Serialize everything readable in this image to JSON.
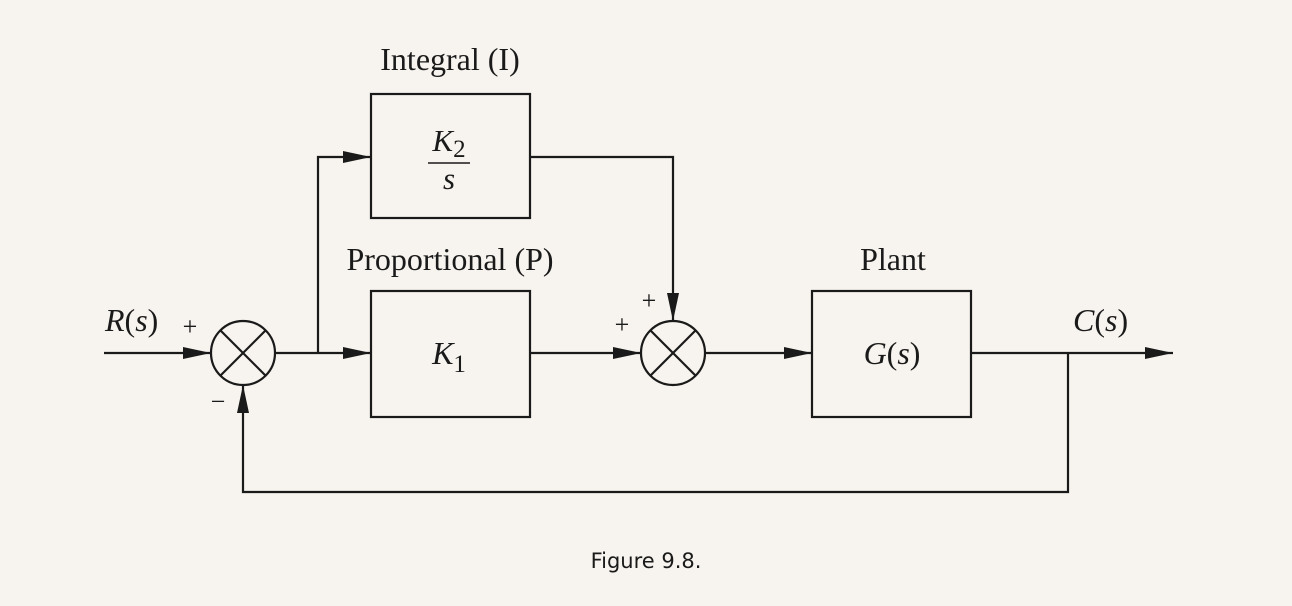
{
  "blocks": {
    "integral": {
      "label": "Integral (I)",
      "numerator_symbol": "K",
      "numerator_subscript": "2",
      "denominator": "s"
    },
    "proportional": {
      "label": "Proportional (P)",
      "symbol": "K",
      "subscript": "1"
    },
    "plant": {
      "label": "Plant",
      "tf_name": "G",
      "tf_arg": "s"
    }
  },
  "signals": {
    "input": {
      "name": "R",
      "arg": "s"
    },
    "output": {
      "name": "C",
      "arg": "s"
    }
  },
  "signs": {
    "sum1_input": "+",
    "sum1_feedback": "−",
    "sum2_integral": "+",
    "sum2_proportional": "+"
  },
  "caption": "Figure 9.8."
}
